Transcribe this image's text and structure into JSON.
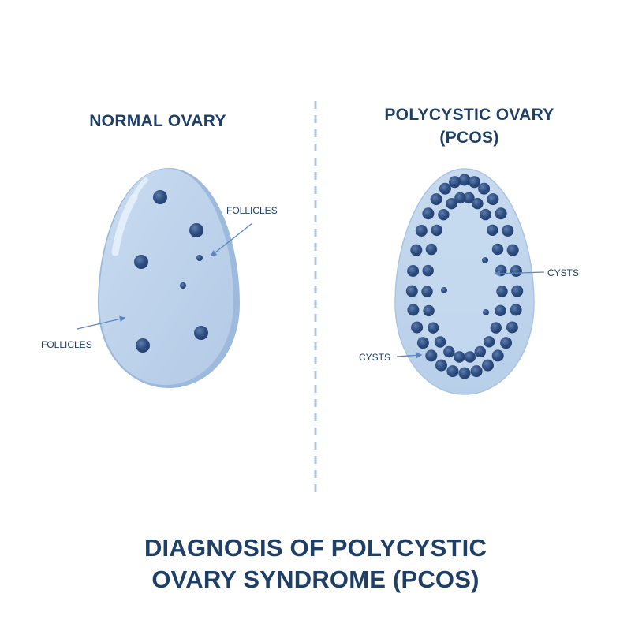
{
  "normal_panel": {
    "title": "NORMAL OVARY",
    "label_top": "FOLLICLES",
    "label_left": "FOLLICLES"
  },
  "pcos_panel": {
    "title_line1": "POLYCYSTIC OVARY",
    "title_line2": "(PCOS)",
    "label_right": "CYSTS",
    "label_left": "CYSTS"
  },
  "main_title": {
    "line1": "DIAGNOSIS OF POLYCYSTIC",
    "line2": "OVARY SYNDROME (PCOS)"
  },
  "colors": {
    "title": "#1e3f66",
    "ovary_fill": "#bed3ec",
    "ovary_shadow": "#9ebadc",
    "follicle": "#2b4a7e",
    "divider": "#a9c6e3"
  }
}
